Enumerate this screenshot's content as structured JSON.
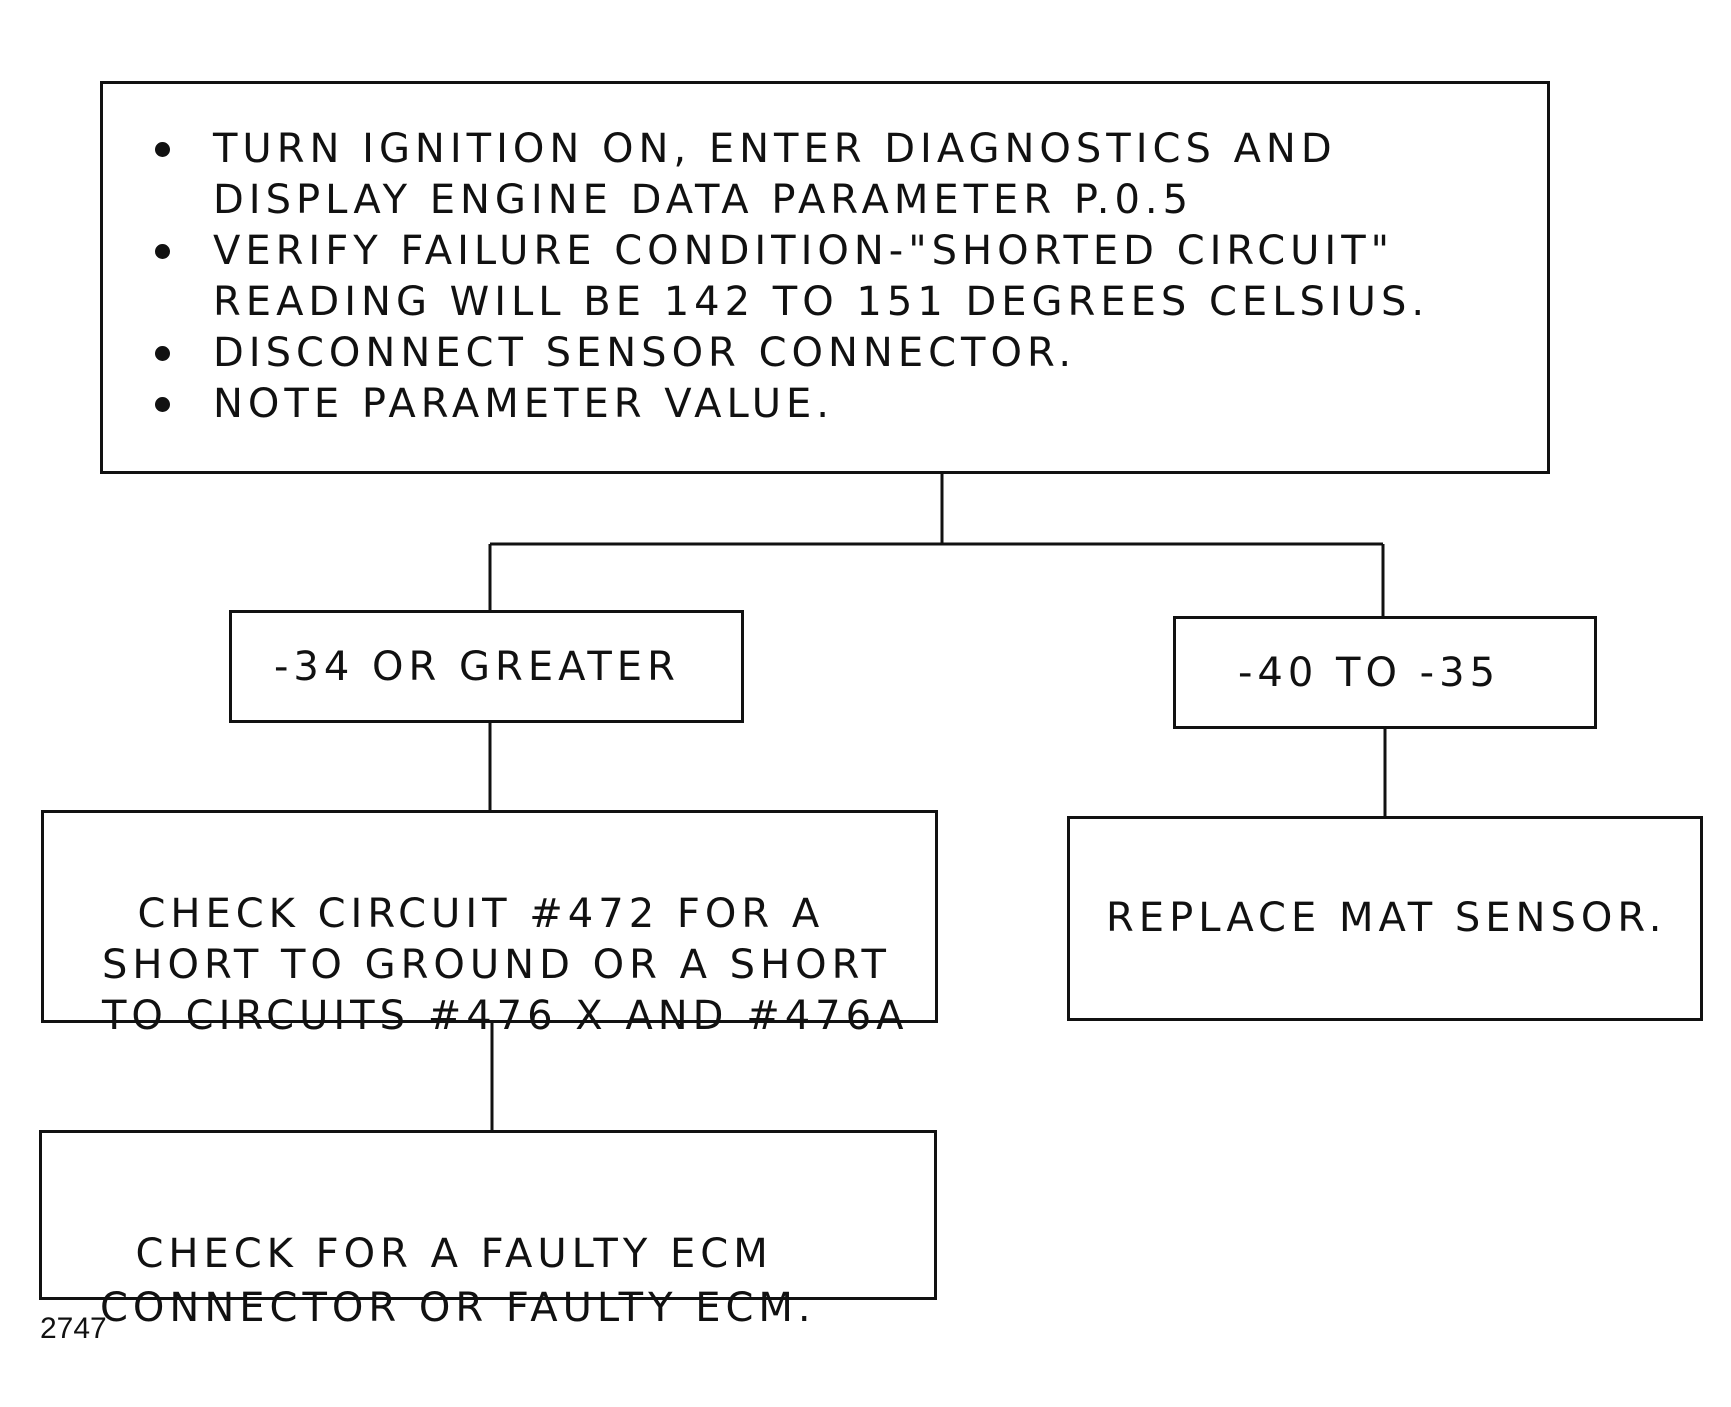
{
  "diagram": {
    "top_box": {
      "items": [
        "TURN IGNITION ON, ENTER DIAGNOSTICS AND\nDISPLAY ENGINE DATA PARAMETER P.0.5",
        "VERIFY FAILURE CONDITION-\"SHORTED CIRCUIT\"\nREADING WILL BE 142 TO 151 DEGREES CELSIUS.",
        "DISCONNECT SENSOR CONNECTOR.",
        "NOTE PARAMETER VALUE."
      ]
    },
    "left_condition": "-34 OR GREATER",
    "right_condition": "-40 TO -35",
    "check_circuit": "CHECK CIRCUIT #472 FOR A\nSHORT TO GROUND OR A SHORT\nTO CIRCUITS #476 X AND #476A",
    "replace_sensor": "REPLACE MAT SENSOR.",
    "check_ecm": "CHECK FOR A FAULTY ECM\nCONNECTOR OR FAULTY ECM."
  },
  "figure_number": "2747"
}
